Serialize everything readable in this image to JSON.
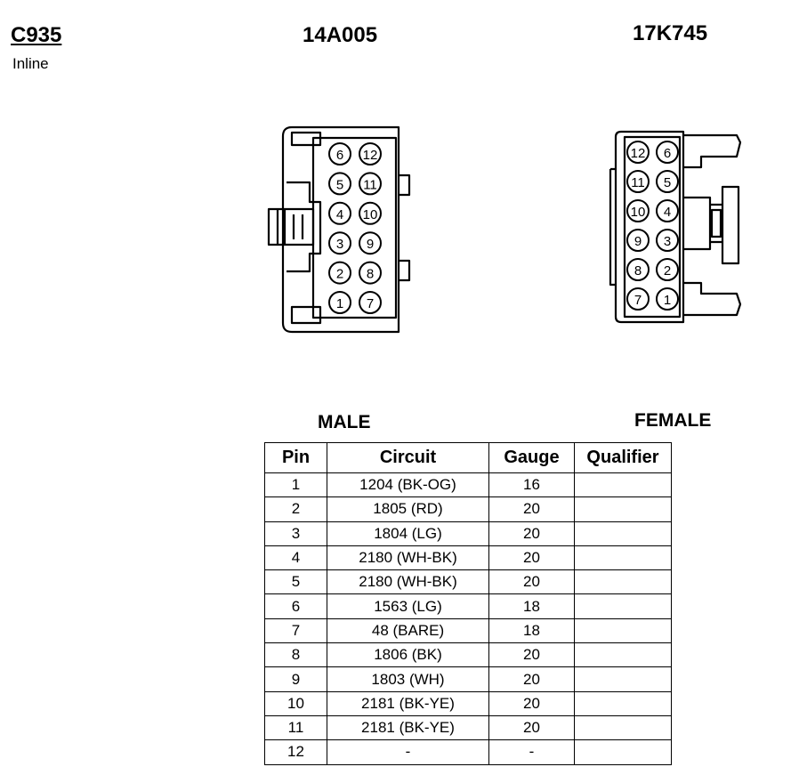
{
  "connector": {
    "id": "C935",
    "type": "Inline"
  },
  "male": {
    "part_number": "14A005",
    "label": "MALE",
    "pins_left": [
      "6",
      "5",
      "4",
      "3",
      "2",
      "1"
    ],
    "pins_right": [
      "12",
      "11",
      "10",
      "9",
      "8",
      "7"
    ]
  },
  "female": {
    "part_number": "17K745",
    "label": "FEMALE",
    "pins_left": [
      "12",
      "11",
      "10",
      "9",
      "8",
      "7"
    ],
    "pins_right": [
      "6",
      "5",
      "4",
      "3",
      "2",
      "1"
    ]
  },
  "table": {
    "headers": {
      "pin": "Pin",
      "circuit": "Circuit",
      "gauge": "Gauge",
      "qualifier": "Qualifier"
    },
    "rows": [
      {
        "pin": "1",
        "circuit": "1204 (BK-OG)",
        "gauge": "16",
        "qualifier": ""
      },
      {
        "pin": "2",
        "circuit": "1805 (RD)",
        "gauge": "20",
        "qualifier": ""
      },
      {
        "pin": "3",
        "circuit": "1804 (LG)",
        "gauge": "20",
        "qualifier": ""
      },
      {
        "pin": "4",
        "circuit": "2180 (WH-BK)",
        "gauge": "20",
        "qualifier": ""
      },
      {
        "pin": "5",
        "circuit": "2180 (WH-BK)",
        "gauge": "20",
        "qualifier": ""
      },
      {
        "pin": "6",
        "circuit": "1563 (LG)",
        "gauge": "18",
        "qualifier": ""
      },
      {
        "pin": "7",
        "circuit": "48 (BARE)",
        "gauge": "18",
        "qualifier": ""
      },
      {
        "pin": "8",
        "circuit": "1806 (BK)",
        "gauge": "20",
        "qualifier": ""
      },
      {
        "pin": "9",
        "circuit": "1803 (WH)",
        "gauge": "20",
        "qualifier": ""
      },
      {
        "pin": "10",
        "circuit": "2181 (BK-YE)",
        "gauge": "20",
        "qualifier": ""
      },
      {
        "pin": "11",
        "circuit": "2181 (BK-YE)",
        "gauge": "20",
        "qualifier": ""
      },
      {
        "pin": "12",
        "circuit": "-",
        "gauge": "-",
        "qualifier": ""
      }
    ]
  }
}
